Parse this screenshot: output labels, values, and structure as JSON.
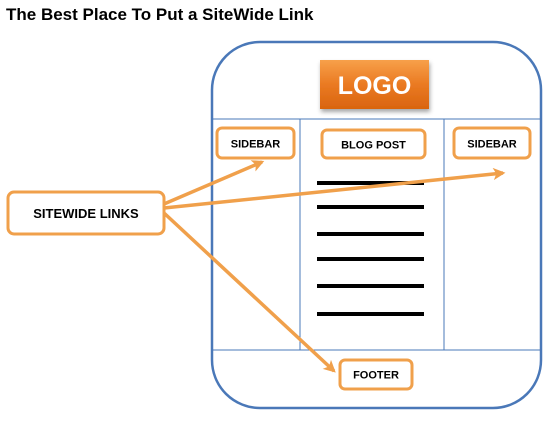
{
  "title": "The Best Place To Put a SiteWide Link",
  "labels": {
    "logo": "LOGO",
    "sidebar_left": "SIDEBAR",
    "blog_post": "BLOG POST",
    "sidebar_right": "SIDEBAR",
    "sitewide_links": "SITEWIDE LINKS",
    "footer": "FOOTER"
  },
  "colors": {
    "frame": "#4a78b8",
    "orange": "#f0a04b",
    "logo_bg": "#e8731c",
    "text": "#000000"
  }
}
